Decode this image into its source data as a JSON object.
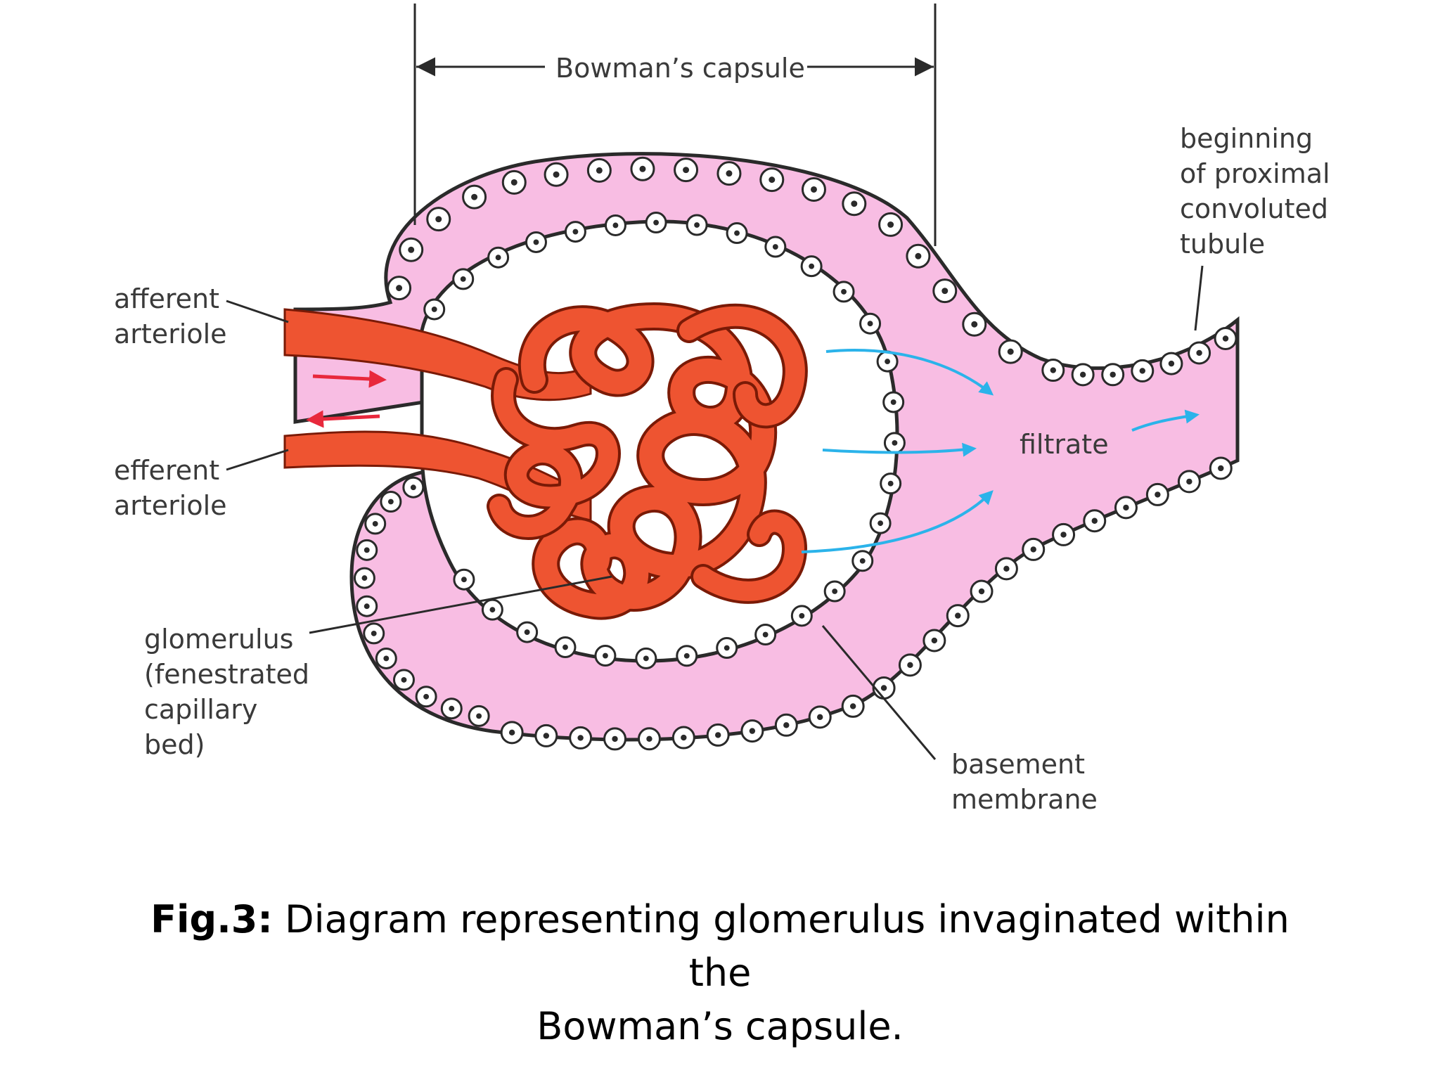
{
  "colors": {
    "capsule": "#f8bde3",
    "capillary": "#ee5431",
    "capillary_outline": "#7a1a06",
    "filtrate_arrow": "#2bb3ea",
    "blood_arrow": "#e8283c",
    "ink": "#2a2a2a"
  },
  "labels": {
    "bowmans_capsule": "Bowman’s capsule",
    "afferent_arteriole": [
      "afferent",
      "arteriole"
    ],
    "efferent_arteriole": [
      "efferent",
      "arteriole"
    ],
    "glomerulus": [
      "glomerulus",
      "(fenestrated",
      "capillary",
      "bed)"
    ],
    "proximal_tubule": [
      "beginning",
      "of proximal",
      "convoluted",
      "tubule"
    ],
    "filtrate": "filtrate",
    "basement_membrane": [
      "basement",
      "membrane"
    ]
  },
  "caption": {
    "fig_label": "Fig.3:",
    "line1": " Diagram representing glomerulus invaginated within the",
    "line2": "Bowman’s capsule."
  }
}
